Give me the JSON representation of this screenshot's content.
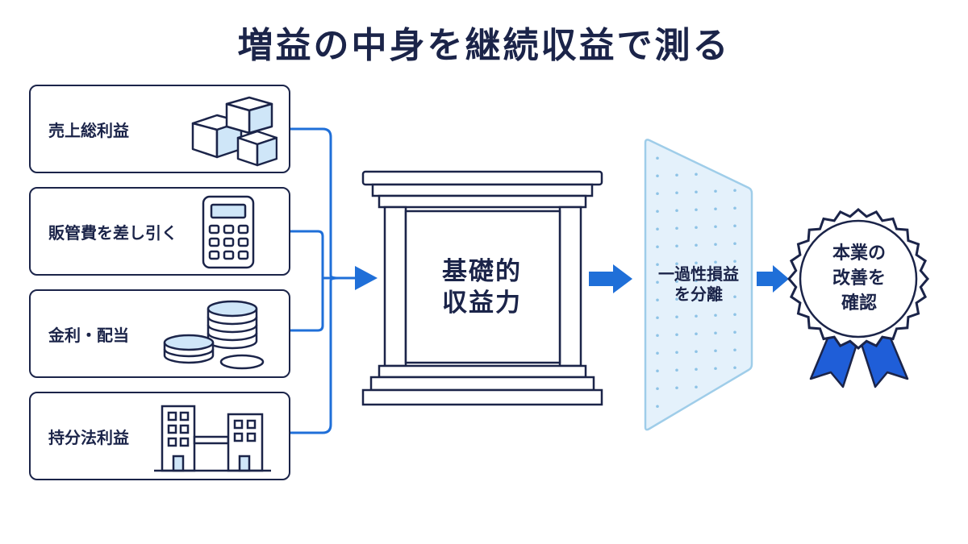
{
  "title": "増益の中身を継続収益で測る",
  "items": [
    {
      "label": "売上総利益",
      "icon": "cube-blocks-icon"
    },
    {
      "label": "販管費を差し引く",
      "icon": "calculator-icon"
    },
    {
      "label": "金利・配当",
      "icon": "coin-stack-icon"
    },
    {
      "label": "持分法利益",
      "icon": "office-buildings-icon"
    }
  ],
  "pillar": {
    "line1": "基礎的",
    "line2": "収益力",
    "icon": "pillar-frame-icon"
  },
  "filter": {
    "line1": "一過性損益",
    "line2": "を分離",
    "icon": "filter-panel-icon"
  },
  "medal": {
    "line1": "本業の",
    "line2": "改善を",
    "line3": "確認",
    "icon": "award-medal-icon"
  },
  "colors": {
    "navy": "#1b2449",
    "accent_blue": "#1f6fd8",
    "light_blue": "#d6eaf8",
    "ribbon_blue": "#1f5ed8"
  }
}
